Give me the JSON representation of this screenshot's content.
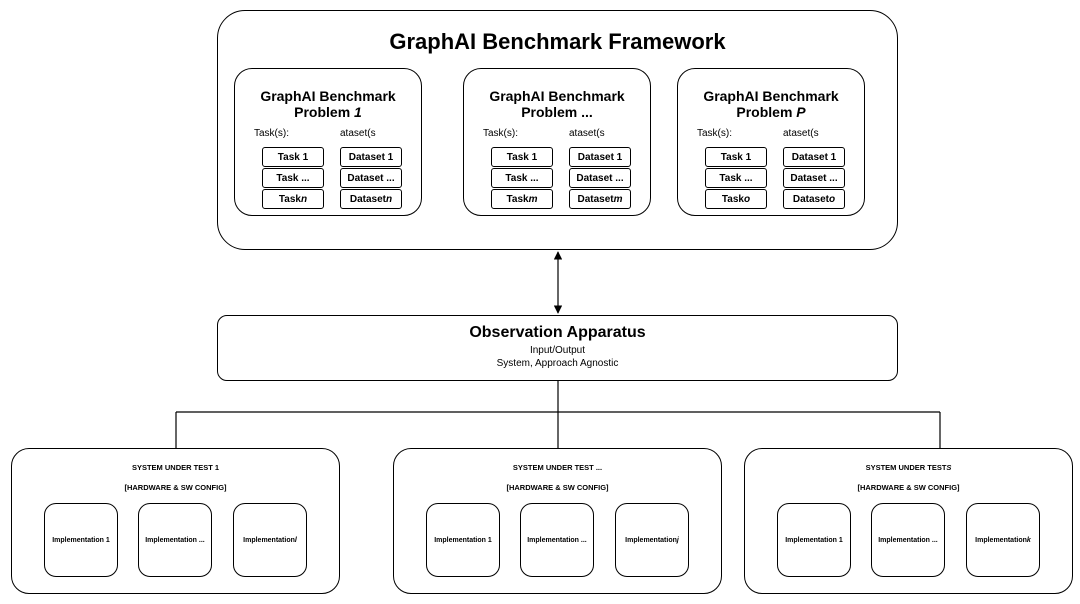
{
  "framework": {
    "title": "GraphAI Benchmark Framework",
    "problems": [
      {
        "title_prefix": "GraphAI Benchmark",
        "title_line2": "Problem ",
        "title_var": "1",
        "tasks_label": "Task(s):",
        "datasets_label": "ataset(s",
        "tasks": [
          {
            "text": "Task 1",
            "var": ""
          },
          {
            "text": "Task ...",
            "var": ""
          },
          {
            "text": "Task ",
            "var": "n"
          }
        ],
        "datasets": [
          {
            "text": "Dataset 1",
            "var": ""
          },
          {
            "text": "Dataset ...",
            "var": ""
          },
          {
            "text": "Dataset ",
            "var": "n"
          }
        ]
      },
      {
        "title_prefix": "GraphAI Benchmark",
        "title_line2": "Problem ...",
        "title_var": "",
        "tasks_label": "Task(s):",
        "datasets_label": "ataset(s",
        "tasks": [
          {
            "text": "Task 1",
            "var": ""
          },
          {
            "text": "Task ...",
            "var": ""
          },
          {
            "text": "Task ",
            "var": "m"
          }
        ],
        "datasets": [
          {
            "text": "Dataset 1",
            "var": ""
          },
          {
            "text": "Dataset ...",
            "var": ""
          },
          {
            "text": "Dataset ",
            "var": "m"
          }
        ]
      },
      {
        "title_prefix": "GraphAI Benchmark",
        "title_line2": "Problem ",
        "title_var": "P",
        "tasks_label": "Task(s):",
        "datasets_label": "ataset(s",
        "tasks": [
          {
            "text": "Task 1",
            "var": ""
          },
          {
            "text": "Task ...",
            "var": ""
          },
          {
            "text": "Task ",
            "var": "o"
          }
        ],
        "datasets": [
          {
            "text": "Dataset 1",
            "var": ""
          },
          {
            "text": "Dataset ...",
            "var": ""
          },
          {
            "text": "Dataset ",
            "var": "o"
          }
        ]
      }
    ]
  },
  "observation": {
    "title": "Observation Apparatus",
    "line1": "Input/Output",
    "line2": "System, Approach Agnostic"
  },
  "systems": [
    {
      "title": "SYSTEM UNDER TEST 1",
      "title_var": "",
      "config": "[HARDWARE & SW CONFIG]",
      "implementations": [
        {
          "text": "Implementation 1",
          "var": ""
        },
        {
          "text": "Implementation ...",
          "var": ""
        },
        {
          "text": "Implementation ",
          "var": "l"
        }
      ]
    },
    {
      "title": "SYSTEM UNDER TEST ...",
      "title_var": "",
      "config": "[HARDWARE & SW CONFIG]",
      "implementations": [
        {
          "text": "Implementation 1",
          "var": ""
        },
        {
          "text": "Implementation ...",
          "var": ""
        },
        {
          "text": "Implementation ",
          "var": "j"
        }
      ]
    },
    {
      "title": "SYSTEM UNDER TEST ",
      "title_var": "S",
      "config": "[HARDWARE & SW CONFIG]",
      "implementations": [
        {
          "text": "Implementation 1",
          "var": ""
        },
        {
          "text": "Implementation ...",
          "var": ""
        },
        {
          "text": "Implementation ",
          "var": "k"
        }
      ]
    }
  ]
}
